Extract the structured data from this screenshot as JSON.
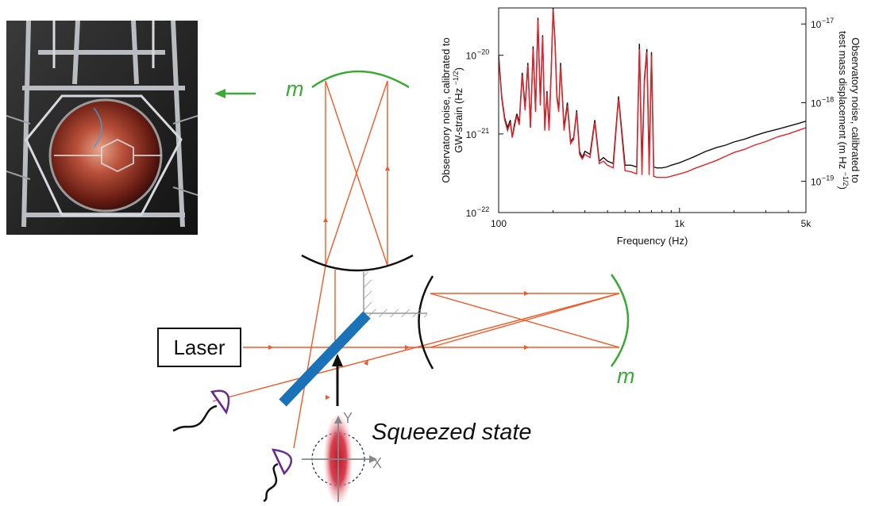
{
  "laser": {
    "label": "Laser"
  },
  "squeezed": {
    "label": "Squeezed state",
    "x_axis": "X",
    "y_axis": "Y"
  },
  "mirror_mass_label": "m",
  "colors": {
    "beam": "#f05a28",
    "mass": "#3aaa35",
    "splitter": "#1a72b8",
    "detector": "#6a2c91",
    "noise_black": "#111111",
    "noise_red": "#e8222a"
  },
  "photo": {
    "description_icon": "test-mass-suspension-photo"
  },
  "chart_data": {
    "type": "line",
    "xscale": "log",
    "yscale": "log",
    "xlim": [
      100,
      5000
    ],
    "ylim": [
      1e-22,
      4e-20
    ],
    "xlabel": "Frequency (Hz)",
    "ylabel_left_line1": "Observatory noise, calibrated to",
    "ylabel_left_line2": "GW-strain (Hz ",
    "ylabel_left_exp": "−1/2",
    "ylabel_left_close": ")",
    "ylabel_right_line1": "Observatory noise, calibrated to",
    "ylabel_right_line2": "test mass displacement (m Hz ",
    "ylabel_right_exp": "−1/2",
    "ylabel_right_close": ")",
    "x_ticks": [
      {
        "value": 100,
        "label": "100"
      },
      {
        "value": 1000,
        "label": "1k"
      },
      {
        "value": 5000,
        "label": "5k"
      }
    ],
    "y_ticks_left": [
      {
        "value": 1e-22,
        "mant": "10",
        "exp": "−22"
      },
      {
        "value": 1e-21,
        "mant": "10",
        "exp": "−21"
      },
      {
        "value": 1e-20,
        "mant": "10",
        "exp": "−20"
      }
    ],
    "y_ticks_right": [
      {
        "value": 2.5e-22,
        "mant": "10",
        "exp": "−19"
      },
      {
        "value": 2.5e-21,
        "mant": "10",
        "exp": "−18"
      },
      {
        "value": 2.5e-20,
        "mant": "10",
        "exp": "−17"
      }
    ],
    "series": [
      {
        "color": "#111111",
        "x": [
          100,
          104,
          108,
          112,
          116,
          119,
          122,
          126,
          130,
          135,
          140,
          145,
          150,
          155,
          160,
          165,
          170,
          175,
          180,
          185,
          190,
          195,
          200,
          205,
          210,
          215,
          220,
          230,
          240,
          250,
          260,
          270,
          280,
          290,
          300,
          320,
          340,
          360,
          380,
          400,
          430,
          460,
          500,
          540,
          580,
          600,
          620,
          640,
          660,
          680,
          700,
          720,
          750,
          800,
          850,
          900,
          1000,
          1100,
          1200,
          1400,
          1600,
          1800,
          2000,
          2300,
          2600,
          3000,
          3500,
          4000,
          4500,
          5000
        ],
        "y": [
          1e-20,
          3e-21,
          1.6e-21,
          1.2e-21,
          1.5e-21,
          9e-22,
          1.3e-21,
          1.8e-21,
          1.4e-21,
          6e-21,
          2.2e-21,
          8e-21,
          1.2e-21,
          1.3e-20,
          2e-21,
          3e-20,
          2.5e-21,
          1.8e-20,
          1.2e-21,
          3.5e-21,
          1.2e-21,
          6e-21,
          4e-20,
          1.5e-20,
          3e-21,
          2e-21,
          8e-21,
          1.2e-21,
          2.5e-21,
          8e-22,
          9e-22,
          2e-21,
          6e-22,
          5e-22,
          6e-22,
          5.5e-22,
          1.5e-21,
          4.5e-22,
          5e-22,
          4.5e-22,
          4.2e-22,
          3e-21,
          4e-22,
          4e-22,
          3.8e-22,
          1.4e-20,
          4e-22,
          5e-21,
          1.2e-20,
          4e-22,
          1.1e-20,
          3.8e-22,
          3.7e-22,
          3.7e-22,
          3.8e-22,
          4e-22,
          4.3e-22,
          4.7e-22,
          5.1e-22,
          6e-22,
          6.7e-22,
          7.2e-22,
          7.9e-22,
          8.6e-22,
          9.5e-22,
          1.05e-21,
          1.15e-21,
          1.25e-21,
          1.35e-21,
          1.45e-21
        ]
      },
      {
        "color": "#e8222a",
        "x": [
          100,
          104,
          108,
          112,
          116,
          119,
          122,
          126,
          130,
          135,
          140,
          145,
          150,
          155,
          160,
          165,
          170,
          175,
          180,
          185,
          190,
          195,
          200,
          205,
          210,
          215,
          220,
          230,
          240,
          250,
          260,
          270,
          280,
          290,
          300,
          320,
          340,
          360,
          380,
          400,
          430,
          460,
          500,
          540,
          580,
          600,
          620,
          640,
          660,
          680,
          700,
          720,
          750,
          800,
          850,
          900,
          1000,
          1100,
          1200,
          1400,
          1600,
          1800,
          2000,
          2300,
          2600,
          3000,
          3500,
          4000,
          4500,
          5000
        ],
        "y": [
          9e-21,
          2.8e-21,
          1.5e-21,
          1.1e-21,
          1.4e-21,
          9e-22,
          1.2e-21,
          1.7e-21,
          1.3e-21,
          5.5e-21,
          2e-21,
          7.5e-21,
          1.2e-21,
          1.2e-20,
          1.9e-21,
          2.8e-20,
          2.3e-21,
          1.7e-20,
          1.1e-21,
          3.3e-21,
          1.1e-21,
          5.5e-21,
          3.8e-20,
          1.4e-20,
          2.8e-21,
          1.9e-21,
          7.5e-21,
          1.1e-21,
          2.3e-21,
          7.5e-22,
          8.5e-22,
          1.9e-21,
          5.5e-22,
          4.8e-22,
          5.5e-22,
          5e-22,
          1.4e-21,
          4.2e-22,
          4.5e-22,
          4e-22,
          3.7e-22,
          2.8e-21,
          3.4e-22,
          3.3e-22,
          3.1e-22,
          1.2e-20,
          3e-22,
          4.5e-21,
          1.1e-20,
          3e-22,
          1e-20,
          2.9e-22,
          2.8e-22,
          2.8e-22,
          2.8e-22,
          2.9e-22,
          3.1e-22,
          3.3e-22,
          3.6e-22,
          4.1e-22,
          4.6e-22,
          5.2e-22,
          5.8e-22,
          6.4e-22,
          7.2e-22,
          8e-22,
          9.2e-22,
          1e-21,
          1.1e-21,
          1.2e-21
        ]
      }
    ]
  }
}
